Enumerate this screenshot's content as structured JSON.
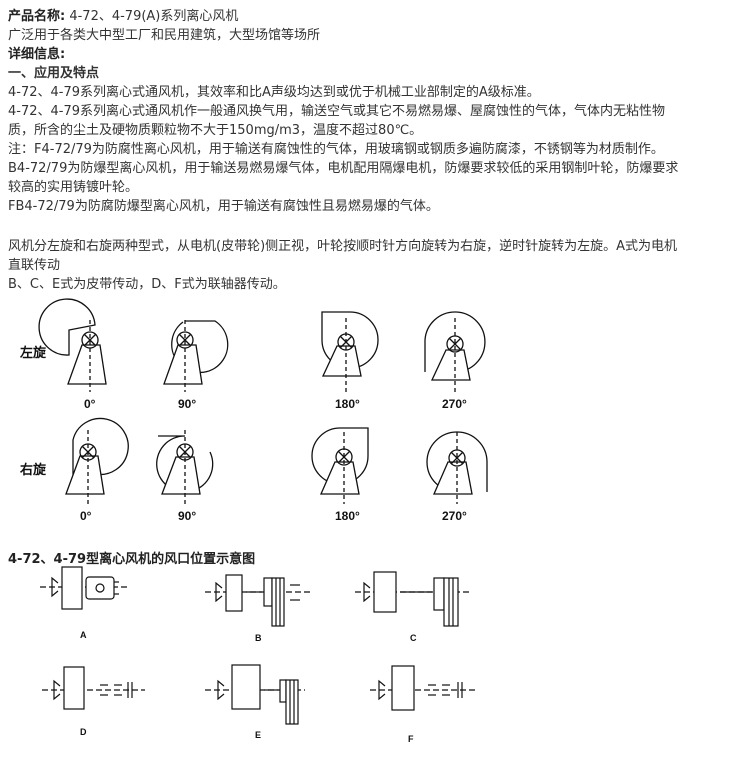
{
  "product": {
    "label": "产品名称:",
    "name": " 4-72、4-79(A)系列离心风机"
  },
  "lines": {
    "usage": "广泛用于各类大中型工厂和民用建筑，大型场馆等场所",
    "detail_title": "详细信息:",
    "sec1_title": "一、应用及特点",
    "p1": "4-72、4-79系列离心式通风机，其效率和比A声级均达到或优于机械工业部制定的A级标准。",
    "p2a": "4-72、4-79系列离心式通风机作一般通风换气用，输送空气或其它不易燃易爆、屋腐蚀性的气体，气体内无粘性物",
    "p2b": "质，所含的尘土及硬物质颗粒物不大于150mg/m3，温度不超过80℃。",
    "p3": "注：F4-72/79为防腐性离心风机，用于输送有腐蚀性的气体，用玻璃钢或钢质多遍防腐漆，不锈钢等为材质制作。",
    "p4a": "B4-72/79为防爆型离心风机，用于输送易燃易爆气体，电机配用隔爆电机，防爆要求较低的采用钢制叶轮，防爆要求",
    "p4b": "较高的实用铸镀叶轮。",
    "p5": "FB4-72/79为防腐防爆型离心风机，用于输送有腐蚀性且易燃易爆的气体。",
    "p6a": "风机分左旋和右旋两种型式，从电机(皮带轮)侧正视，叶轮按顺时针方向旋转为右旋，逆时针旋转为左旋。A式为电机",
    "p6b": "直联传动",
    "p7": "B、C、E式为皮带传动，D、F式为联轴器传动。"
  },
  "rotation_figure": {
    "left_label": "左旋",
    "right_label": "右旋",
    "angles": [
      "0°",
      "90°",
      "180°",
      "270°"
    ]
  },
  "outlet_figure": {
    "title": "4-72、4-79型离心风机的风口位置示意图",
    "labels": [
      "A",
      "B",
      "C",
      "D",
      "E",
      "F"
    ]
  }
}
